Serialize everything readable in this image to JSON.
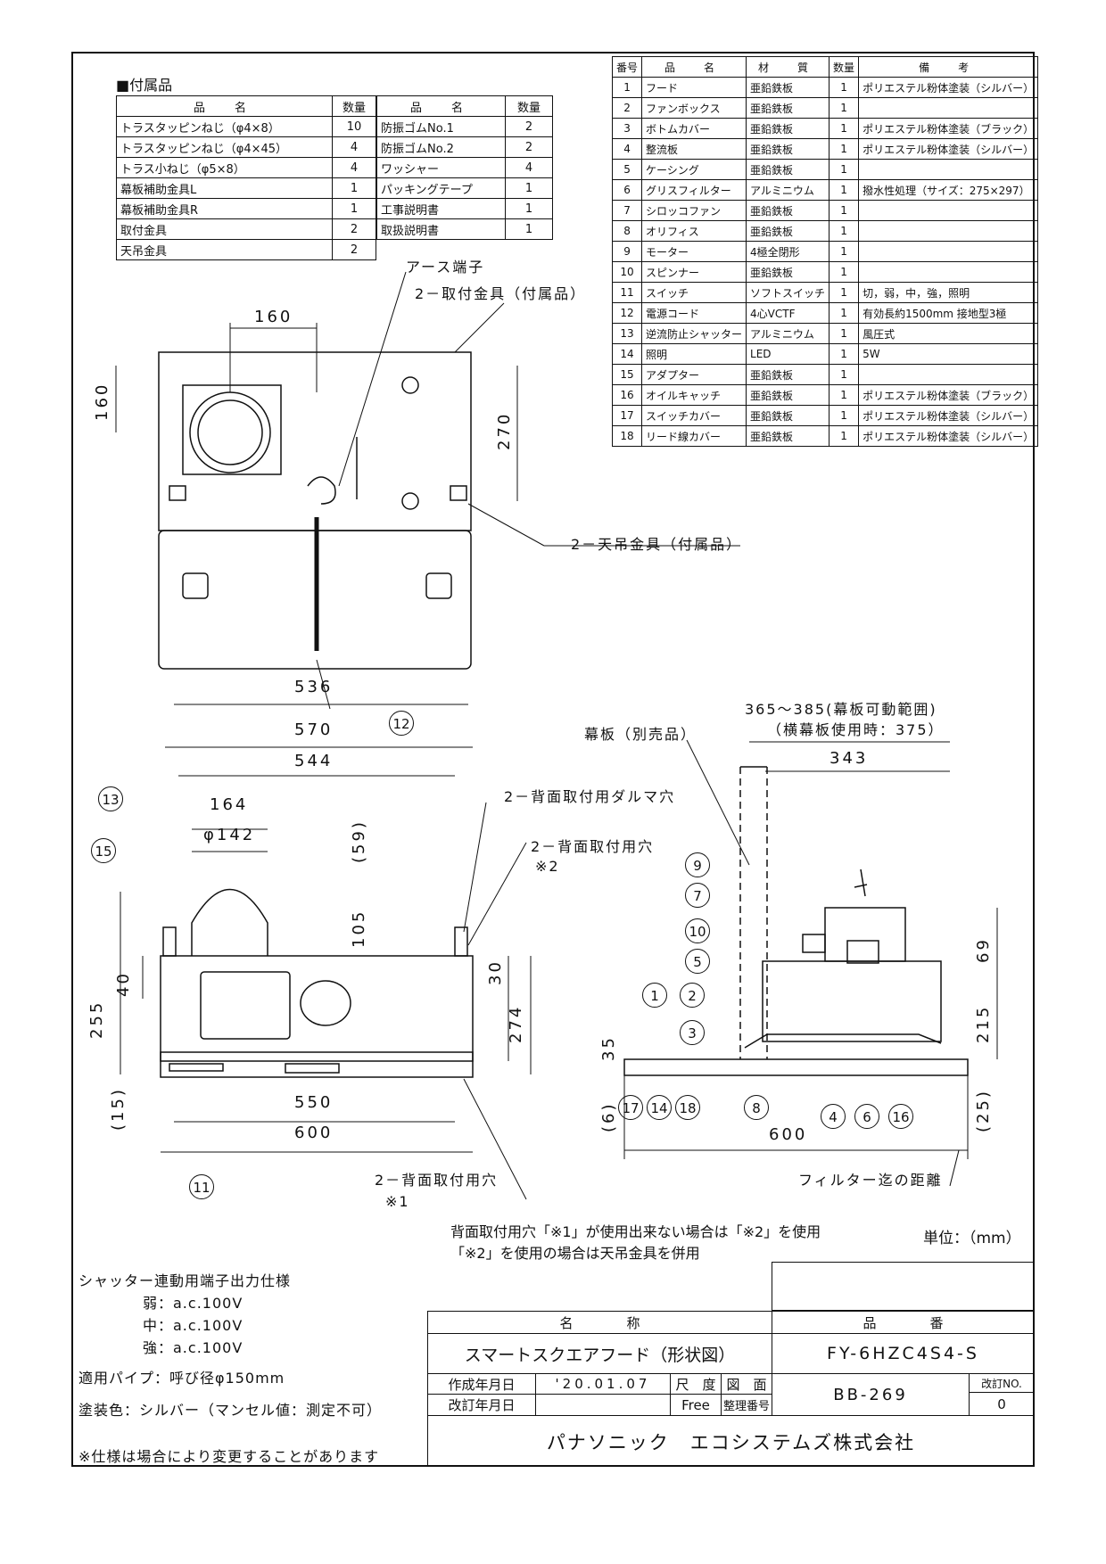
{
  "accessories": {
    "heading": "■付属品",
    "header": {
      "name": "品　名",
      "qty": "数量"
    },
    "left": [
      {
        "name": "トラスタッピンねじ（φ4×8）",
        "qty": "10"
      },
      {
        "name": "トラスタッピンねじ（φ4×45）",
        "qty": "4"
      },
      {
        "name": "トラス小ねじ（φ5×8）",
        "qty": "4"
      },
      {
        "name": "幕板補助金具L",
        "qty": "1"
      },
      {
        "name": "幕板補助金具R",
        "qty": "1"
      },
      {
        "name": "取付金具",
        "qty": "2"
      },
      {
        "name": "天吊金具",
        "qty": "2"
      }
    ],
    "right": [
      {
        "name": "防振ゴムNo.1",
        "qty": "2"
      },
      {
        "name": "防振ゴムNo.2",
        "qty": "2"
      },
      {
        "name": "ワッシャー",
        "qty": "4"
      },
      {
        "name": "パッキングテープ",
        "qty": "1"
      },
      {
        "name": "工事説明書",
        "qty": "1"
      },
      {
        "name": "取扱説明書",
        "qty": "1"
      }
    ]
  },
  "parts": {
    "header": {
      "no": "番号",
      "name": "品　名",
      "material": "材　質",
      "qty": "数量",
      "note": "備　考"
    },
    "rows": [
      {
        "no": "1",
        "name": "フード",
        "material": "亜鉛鉄板",
        "qty": "1",
        "note": "ポリエステル粉体塗装（シルバー）"
      },
      {
        "no": "2",
        "name": "ファンボックス",
        "material": "亜鉛鉄板",
        "qty": "1",
        "note": ""
      },
      {
        "no": "3",
        "name": "ボトムカバー",
        "material": "亜鉛鉄板",
        "qty": "1",
        "note": "ポリエステル粉体塗装（ブラック）"
      },
      {
        "no": "4",
        "name": "整流板",
        "material": "亜鉛鉄板",
        "qty": "1",
        "note": "ポリエステル粉体塗装（シルバー）"
      },
      {
        "no": "5",
        "name": "ケーシング",
        "material": "亜鉛鉄板",
        "qty": "1",
        "note": ""
      },
      {
        "no": "6",
        "name": "グリスフィルター",
        "material": "アルミニウム",
        "qty": "1",
        "note": "撥水性処理（サイズ：275×297）"
      },
      {
        "no": "7",
        "name": "シロッコファン",
        "material": "亜鉛鉄板",
        "qty": "1",
        "note": ""
      },
      {
        "no": "8",
        "name": "オリフィス",
        "material": "亜鉛鉄板",
        "qty": "1",
        "note": ""
      },
      {
        "no": "9",
        "name": "モーター",
        "material": "4極全閉形",
        "qty": "1",
        "note": ""
      },
      {
        "no": "10",
        "name": "スピンナー",
        "material": "亜鉛鉄板",
        "qty": "1",
        "note": ""
      },
      {
        "no": "11",
        "name": "スイッチ",
        "material": "ソフトスイッチ",
        "qty": "1",
        "note": "切，弱，中，強，照明"
      },
      {
        "no": "12",
        "name": "電源コード",
        "material": "4心VCTF",
        "qty": "1",
        "note": "有効長約1500mm 接地型3極"
      },
      {
        "no": "13",
        "name": "逆流防止シャッター",
        "material": "アルミニウム",
        "qty": "1",
        "note": "風圧式"
      },
      {
        "no": "14",
        "name": "照明",
        "material": "LED",
        "qty": "1",
        "note": "5W"
      },
      {
        "no": "15",
        "name": "アダプター",
        "material": "亜鉛鉄板",
        "qty": "1",
        "note": ""
      },
      {
        "no": "16",
        "name": "オイルキャッチ",
        "material": "亜鉛鉄板",
        "qty": "1",
        "note": "ポリエステル粉体塗装（ブラック）"
      },
      {
        "no": "17",
        "name": "スイッチカバー",
        "material": "亜鉛鉄板",
        "qty": "1",
        "note": "ポリエステル粉体塗装（シルバー）"
      },
      {
        "no": "18",
        "name": "リード線カバー",
        "material": "亜鉛鉄板",
        "qty": "1",
        "note": "ポリエステル粉体塗装（シルバー）"
      }
    ]
  },
  "labels": {
    "earth": "アース端子",
    "mount_bracket": "2－取付金具（付属品）",
    "ceiling_bracket": "2－天吊金具（付属品）",
    "daruma": "2－背面取付用ダルマ穴",
    "rear_hole2": "2－背面取付用穴",
    "note2": "※2",
    "rear_hole1": "2－背面取付用穴",
    "note1": "※1",
    "makuita": "幕板（別売品）",
    "range": "365～385(幕板可動範囲)",
    "range_sub": "（横幕板使用時：375）",
    "filter_dist": "フィルター迄の距離"
  },
  "dims": {
    "top_160": "160",
    "top_160v": "160",
    "top_270": "270",
    "top_536": "536",
    "f570": "570",
    "f544": "544",
    "f164": "164",
    "f142": "φ142",
    "f59": "(59)",
    "f105": "105",
    "f255": "255",
    "f40": "40",
    "f30": "30",
    "f274": "274",
    "f15": "(15)",
    "f550": "550",
    "f600": "600",
    "s343": "343",
    "s69": "69",
    "s215": "215",
    "s35": "35",
    "s6": "(6)",
    "s25": "(25)",
    "s600": "600"
  },
  "callouts": {
    "c12": "12",
    "c13": "13",
    "c15": "15",
    "c11": "11",
    "c9": "9",
    "c7": "7",
    "c10": "10",
    "c5": "5",
    "c1": "1",
    "c2": "2",
    "c3": "3",
    "c17": "17",
    "c14": "14",
    "c18": "18",
    "c8": "8",
    "c4": "4",
    "c6": "6",
    "c16": "16"
  },
  "notes": {
    "line1": "背面取付用穴「※1」が使用出来ない場合は「※2」を使用",
    "line2": "「※2」を使用の場合は天吊金具を併用",
    "unit": "単位：（mm）"
  },
  "specs": {
    "heading": "シャッター連動用端子出力仕様",
    "weak": "弱：a.c.100V",
    "mid": "中：a.c.100V",
    "strong": "強：a.c.100V",
    "pipe": "適用パイプ：呼び径φ150mm",
    "paint": "塗装色：シルバー（マンセル値：測定不可）",
    "disclaimer": "※仕様は場合により変更することがあります"
  },
  "titleblock": {
    "name_header": "名　　　　称",
    "part_header": "品　　　　番",
    "name": "スマートスクエアフード（形状図）",
    "part_no": "FY-6HZC4S4-S",
    "created_label": "作成年月日",
    "created": "'20.01.07",
    "revised_label": "改訂年月日",
    "scale_label": "尺　度",
    "scale": "Free",
    "drawing_label": "図　面",
    "ref_label": "整理番号",
    "drawing_no": "BB-269",
    "rev_label": "改訂NO.",
    "rev": "0",
    "company": "パナソニック　エコシステムズ株式会社"
  }
}
